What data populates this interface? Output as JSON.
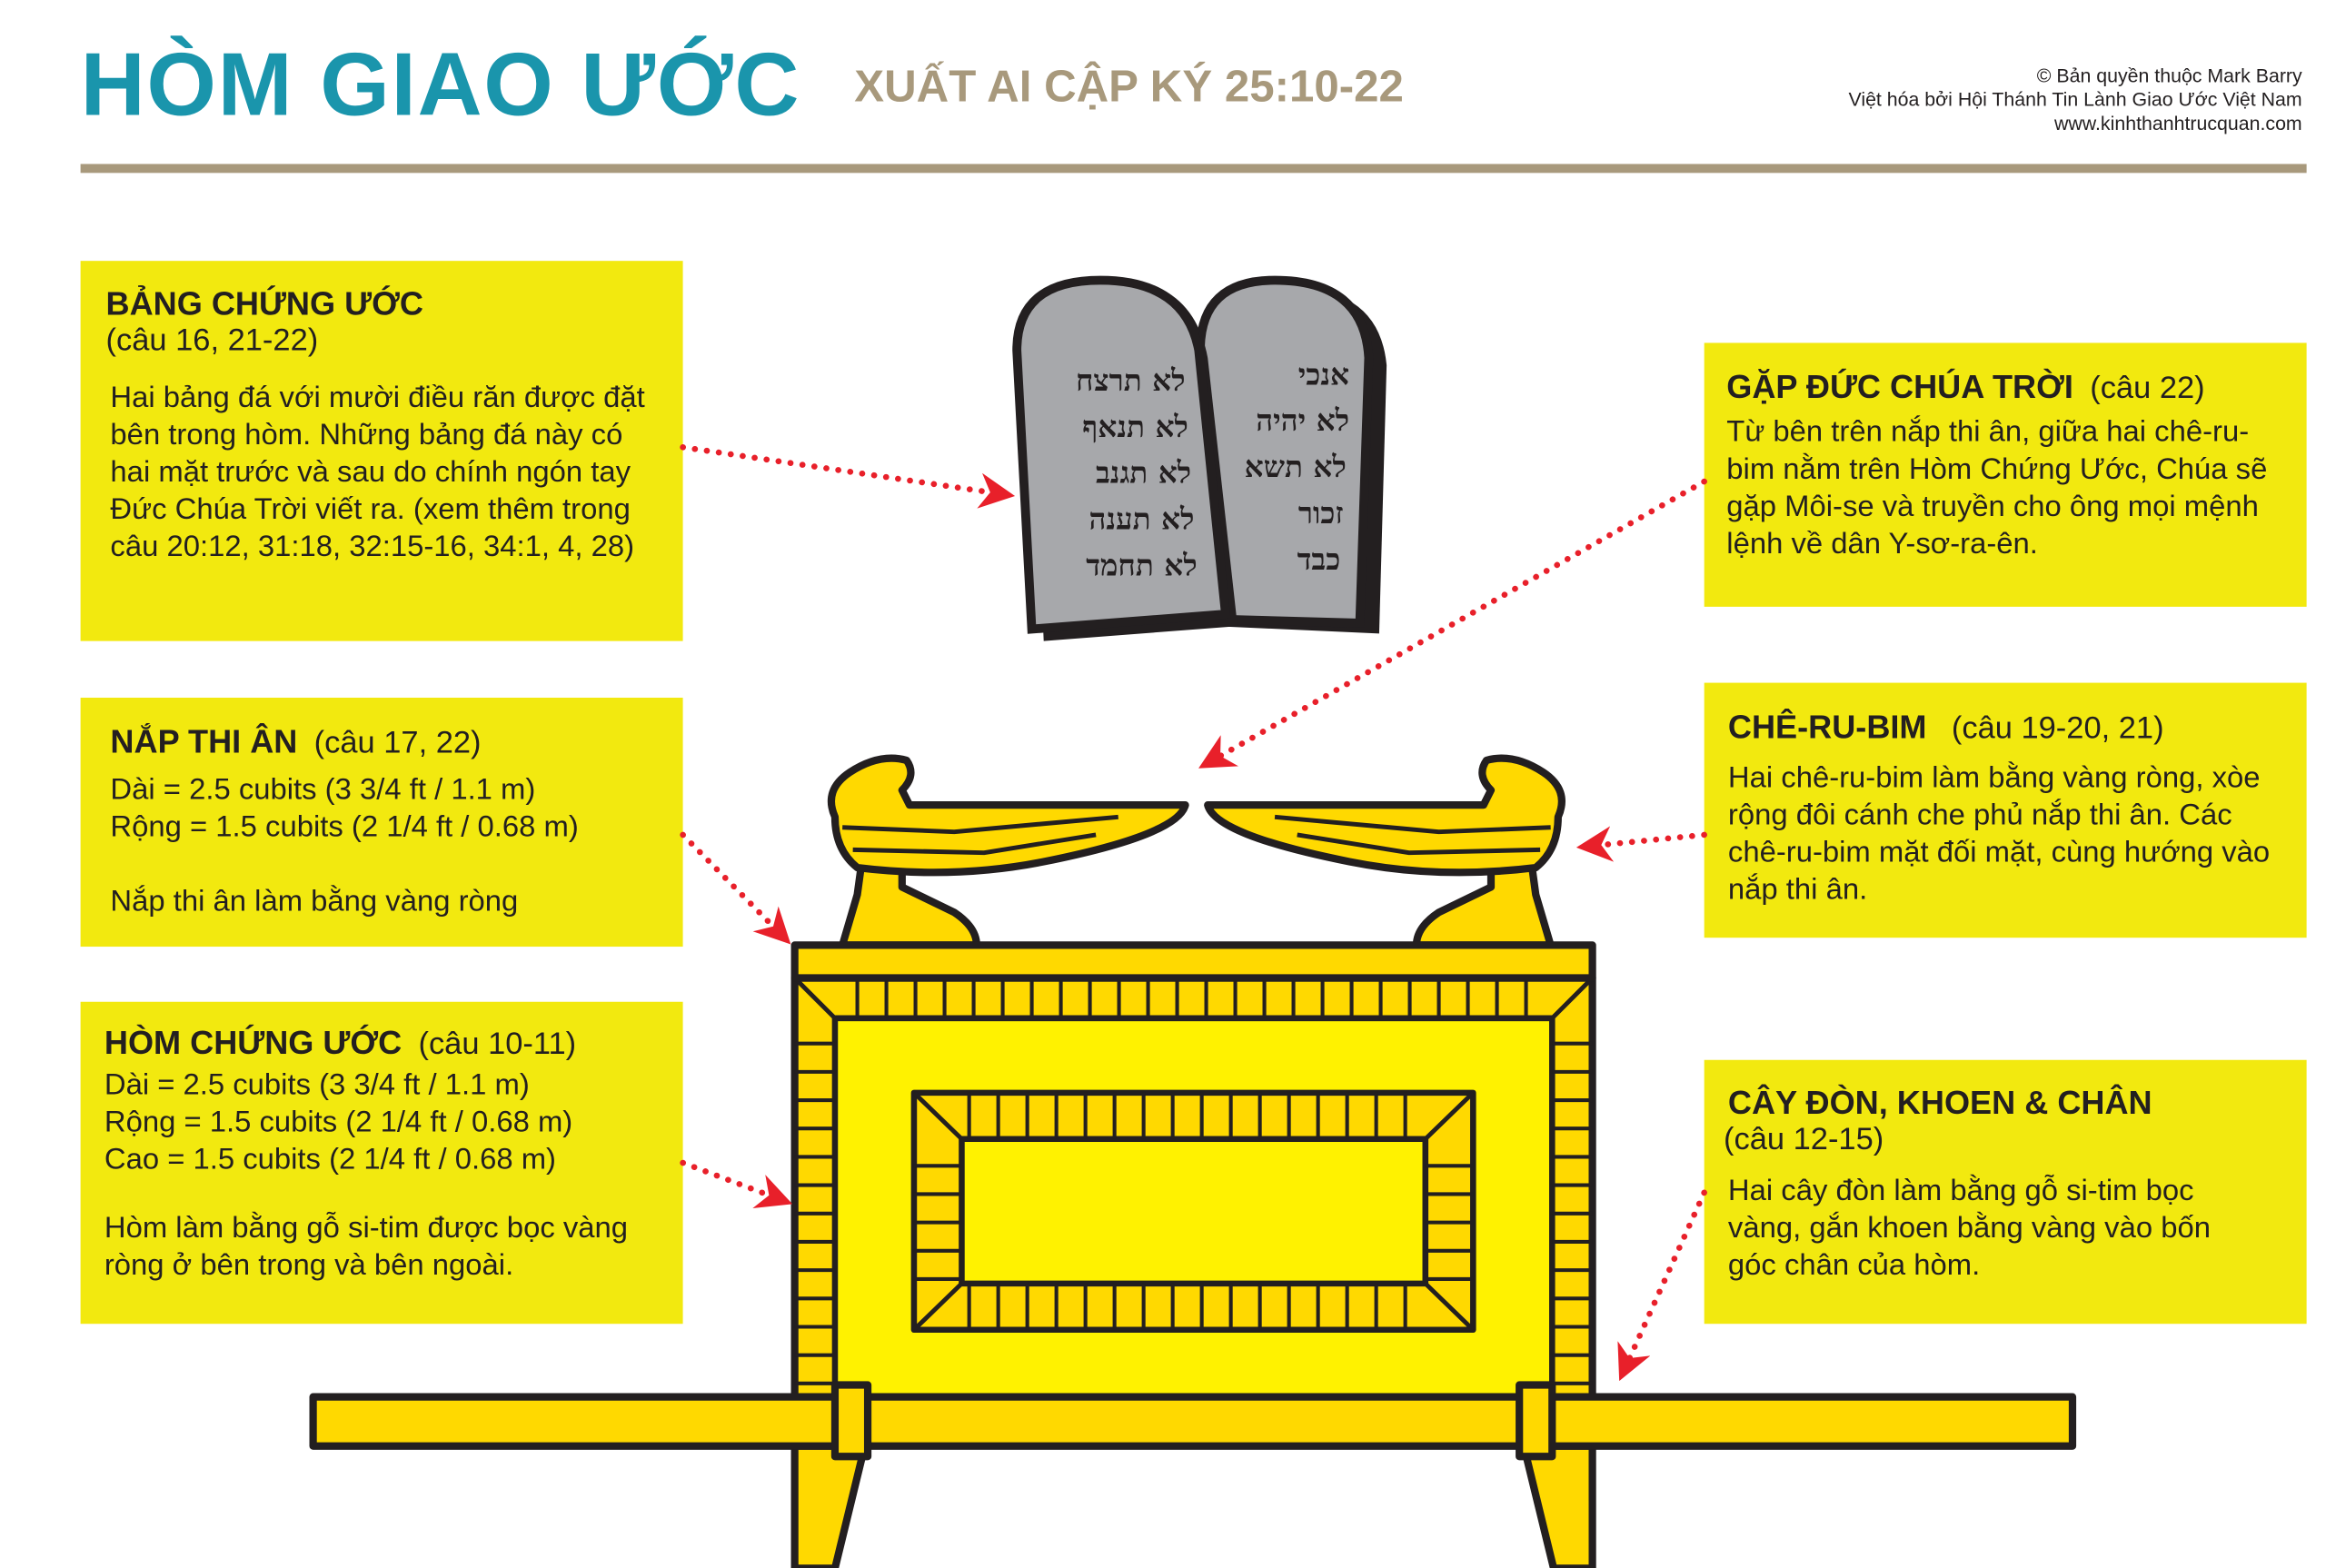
{
  "header": {
    "title": "HÒM GIAO ƯỚC",
    "subtitle": "XUẤT AI CẬP KÝ 25:10-22",
    "credits": [
      "© Bản quyền thuộc Mark Barry",
      "Việt hóa bởi Hội Thánh Tin Lành Giao Ước Việt Nam",
      "www.kinhthanhtrucquan.com"
    ]
  },
  "boxes": {
    "tablets": {
      "heading": "BẢNG CHỨNG ƯỚC",
      "ref": "(câu 16, 21-22)",
      "body": "Hai bảng đá với mười điều răn được đặt bên trong hòm. Những bảng đá này có hai mặt trước và sau do chính ngón tay Đức Chúa Trời viết ra. (xem thêm trong câu 20:12, 31:18, 32:15-16, 34:1, 4, 28)"
    },
    "mercy_seat": {
      "heading": "NẮP THI ÂN",
      "ref": "(câu 17, 22)",
      "lines": [
        "Dài = 2.5 cubits (3 3/4 ft / 1.1 m)",
        "Rộng = 1.5 cubits (2 1/4 ft / 0.68 m)"
      ],
      "body": "Nắp thi ân làm bằng vàng ròng"
    },
    "ark": {
      "heading": "HÒM CHỨNG ƯỚC",
      "ref": "(câu 10-11)",
      "lines": [
        "Dài = 2.5 cubits  (3 3/4 ft / 1.1 m)",
        "Rộng = 1.5 cubits (2 1/4 ft / 0.68 m)",
        "Cao = 1.5 cubits (2 1/4 ft / 0.68 m)"
      ],
      "body": "Hòm làm bằng gỗ si-tim được bọc vàng ròng ở bên trong và bên ngoài."
    },
    "meet_god": {
      "heading": "GẶP ĐỨC CHÚA TRỜI",
      "ref": "(câu 22)",
      "body": "Từ bên trên nắp thi ân, giữa hai chê-ru-bim nằm trên Hòm Chứng Ước, Chúa sẽ gặp Môi-se và truyền cho ông mọi mệnh lệnh về dân Y-sơ-ra-ên."
    },
    "cherubim": {
      "heading": "CHÊ-RU-BIM",
      "ref": "(câu 19-20, 21)",
      "body": "Hai chê-ru-bim làm bằng vàng ròng, xòe rộng đôi cánh che phủ nắp thi ân. Các chê-ru-bim mặt đối mặt, cùng hướng vào nắp thi ân."
    },
    "poles": {
      "heading": "CÂY ĐÒN, KHOEN & CHÂN",
      "ref": "(câu 12-15)",
      "body": "Hai cây đòn làm bằng gỗ si-tim bọc vàng, gắn khoen bằng vàng vào bốn góc chân của hòm."
    }
  },
  "tablets_text": {
    "left": [
      "לא תרצח",
      "לא תנאף",
      "לא תגנב",
      "לא תענה",
      "לא תחמד"
    ],
    "right": [
      "אנכי",
      "לא יהיה",
      "לא תשא",
      "זכור",
      "כבד"
    ]
  },
  "colors": {
    "title": "#1a95ac",
    "subtitle": "#a8997c",
    "box": "#f2e90f",
    "gold": "#ffe000",
    "arrow": "#e8202a",
    "stone": "#a7a8ab"
  }
}
